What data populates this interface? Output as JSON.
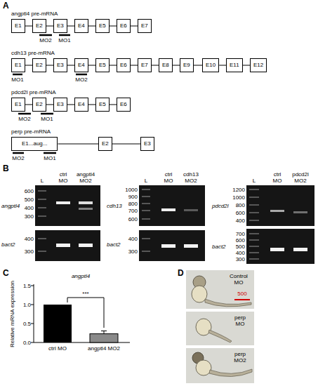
{
  "diagram": {
    "nodes": [
      {
        "text": [
          "E1"
        ]
      },
      {
        "text": [
          "E2"
        ]
      },
      {
        "text": [
          "E3"
        ]
      },
      {
        "text": [
          "E4"
        ]
      },
      {
        "text": [
          "E5"
        ]
      },
      {
        "text": [
          "E6"
        ]
      },
      {
        "text": [
          "E7"
        ]
      },
      {
        "text": [
          "E1"
        ]
      },
      {
        "text": [
          "E2"
        ]
      },
      {
        "text": [
          "E3"
        ]
      },
      {
        "text": [
          "E4"
        ]
      },
      {
        "text": [
          "E5"
        ]
      },
      {
        "text": [
          "E6"
        ]
      },
      {
        "text": [
          "E7"
        ]
      },
      {
        "text": [
          "E8"
        ]
      },
      {
        "text": [
          "E9"
        ]
      },
      {
        "text": [
          "E10"
        ]
      },
      {
        "text": [
          "E11"
        ]
      },
      {
        "text": [
          "E12"
        ]
      },
      {
        "text": [
          "E1"
        ]
      },
      {
        "text": [
          "E2"
        ]
      },
      {
        "text": [
          "E3"
        ]
      },
      {
        "text": [
          "E4"
        ]
      },
      {
        "text": [
          "E5"
        ]
      },
      {
        "text": [
          "E6"
        ]
      },
      {
        "text": [
          "E1...aug..."
        ]
      },
      {
        "text": [
          "E2"
        ]
      },
      {
        "text": [
          "E3"
        ]
      }
    ],
    "edges": [
      {
        "from": 0,
        "to": 1,
        "arrow": "none"
      },
      {
        "from": 1,
        "to": 2,
        "arrow": "none"
      },
      {
        "from": 2,
        "to": 3,
        "arrow": "none"
      },
      {
        "from": 3,
        "to": 4,
        "arrow": "none"
      },
      {
        "from": 4,
        "to": 5,
        "arrow": "none"
      },
      {
        "from": 5,
        "to": 6,
        "arrow": "none"
      },
      {
        "from": 7,
        "to": 8,
        "arrow": "none"
      },
      {
        "from": 8,
        "to": 9,
        "arrow": "none"
      },
      {
        "from": 9,
        "to": 10,
        "arrow": "none"
      },
      {
        "from": 10,
        "to": 11,
        "arrow": "none"
      },
      {
        "from": 11,
        "to": 12,
        "arrow": "none"
      },
      {
        "from": 12,
        "to": 13,
        "arrow": "none"
      },
      {
        "from": 13,
        "to": 14,
        "arrow": "none"
      },
      {
        "from": 14,
        "to": 15,
        "arrow": "none"
      },
      {
        "from": 15,
        "to": 16,
        "arrow": "none"
      },
      {
        "from": 16,
        "to": 17,
        "arrow": "none"
      },
      {
        "from": 17,
        "to": 18,
        "arrow": "none"
      },
      {
        "from": 19,
        "to": 20,
        "arrow": "none"
      },
      {
        "from": 20,
        "to": 21,
        "arrow": "none"
      },
      {
        "from": 21,
        "to": 22,
        "arrow": "none"
      },
      {
        "from": 22,
        "to": 23,
        "arrow": "none"
      },
      {
        "from": 23,
        "to": 24,
        "arrow": "none"
      },
      {
        "from": 25,
        "to": 26,
        "arrow": "none"
      },
      {
        "from": 26,
        "to": 27,
        "arrow": "none"
      }
    ],
    "labels": [
      "A",
      "angptl4 pre-mRNA",
      "MO2",
      "MO1",
      "cdh13 pre-mRNA",
      "MO1",
      "MO2",
      "pdcd2l pre-mRNA",
      "MO2",
      "MO1",
      "perp pre-mRNA",
      "MO2",
      "MO1",
      "B",
      "L",
      "ctrl MO",
      "angptl4 MO2",
      "angptl4",
      "600",
      "500",
      "400",
      "300",
      "bact2",
      "400",
      "300",
      "L",
      "ctrl MO",
      "cdh13 MO2",
      "cdh13",
      "1000",
      "900",
      "800",
      "700",
      "600",
      "bact2",
      "400",
      "300",
      "L",
      "ctrl MO",
      "pdcd2l MO2",
      "pdcd2l",
      "1200",
      "1000",
      "800",
      "600",
      "400",
      "bact2",
      "700",
      "600",
      "500",
      "400",
      "300",
      "C",
      "angptl4",
      "Relative mRNA expression",
      "1.5",
      "1.0",
      "0.5",
      "0.0",
      "ctrl MO",
      "angptl4 MO2",
      "***",
      "D",
      "Control MO",
      "500",
      "perp MO",
      "perp MO2"
    ]
  }
}
